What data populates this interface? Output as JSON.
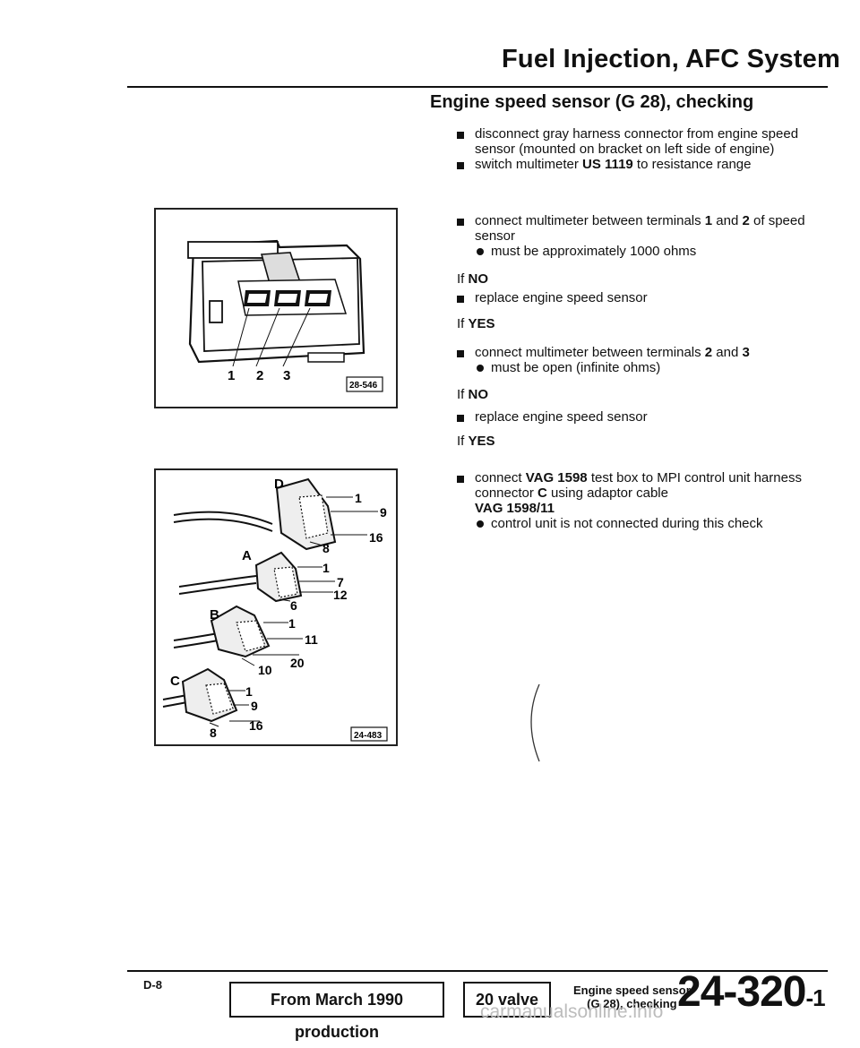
{
  "header": {
    "title": "Fuel Injection, AFC System"
  },
  "section": {
    "title": "Engine speed sensor (G 28), checking"
  },
  "steps_a": [
    "disconnect gray harness connector from engine speed sensor (mounted on bracket on left side of engine)"
  ],
  "step_switch": {
    "pre": "switch multimeter ",
    "bold": "US 1119",
    "post": " to resistance range"
  },
  "step_connect1": {
    "pre": "connect multimeter between terminals ",
    "b1": "1",
    "mid": " and ",
    "b2": "2",
    "post": " of speed sensor"
  },
  "note_1000": "must be approximately 1000 ohms",
  "if_no_1": {
    "prefix": "If ",
    "word": "NO"
  },
  "replace_1": "replace engine speed sensor",
  "if_yes_1": {
    "prefix": "If ",
    "word": "YES"
  },
  "step_connect2": {
    "pre": "connect multimeter between terminals ",
    "b1": "2",
    "mid": " and ",
    "b2": "3"
  },
  "note_open": "must be open (infinite ohms)",
  "if_no_2": {
    "prefix": "If ",
    "word": "NO"
  },
  "replace_2": "replace engine speed sensor",
  "if_yes_2": {
    "prefix": "If ",
    "word": "YES"
  },
  "step_vag": {
    "pre": "connect ",
    "bold1": "VAG 1598",
    "mid": " test box to MPI control unit harness connector ",
    "bold2": "C",
    "post": " using adaptor cable",
    "bold3": "VAG 1598/11"
  },
  "note_unit": "control unit is not connected during this check",
  "figure1": {
    "id": "28-546",
    "labels": [
      "1",
      "2",
      "3"
    ]
  },
  "figure2": {
    "id": "24-483",
    "connectors": [
      "D",
      "A",
      "B",
      "C"
    ],
    "pins_d": [
      "1",
      "9",
      "16",
      "8"
    ],
    "pins_a": [
      "1",
      "7",
      "12",
      "6"
    ],
    "pins_b": [
      "1",
      "11",
      "20",
      "10"
    ],
    "pins_c": [
      "1",
      "9",
      "16",
      "8"
    ]
  },
  "footer": {
    "page_code": "D-8",
    "production": "From March 1990 production",
    "valve": "20 valve",
    "ref_line1": "Engine speed sensor",
    "ref_line2": "(G 28), checking",
    "page_number": "24-320",
    "page_suffix": "-1",
    "watermark": "carmanualsonline.info"
  }
}
